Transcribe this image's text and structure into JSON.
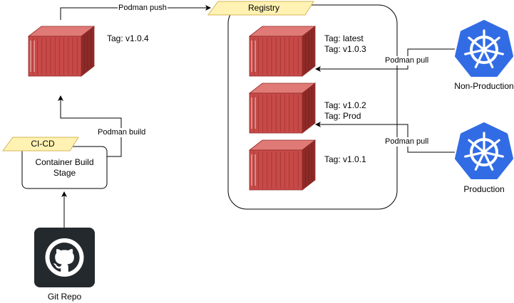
{
  "registry": {
    "title": "Registry",
    "images": [
      {
        "tags": [
          "Tag: latest",
          "Tag: v1.0.3"
        ]
      },
      {
        "tags": [
          "Tag: v1.0.2",
          "Tag: Prod"
        ]
      },
      {
        "tags": [
          "Tag: v1.0.1"
        ]
      }
    ]
  },
  "build_image": {
    "tag": "Tag: v1.0.4"
  },
  "cicd": {
    "title": "CI-CD",
    "stage_line1": "Container Build",
    "stage_line2": "Stage"
  },
  "git": {
    "label": "Git Repo"
  },
  "clusters": {
    "non_production": "Non-Production",
    "production": "Production"
  },
  "edges": {
    "push": "Podman push",
    "build": "Podman build",
    "pull_nonprod": "Podman pull",
    "pull_prod": "Podman pull"
  },
  "colors": {
    "container_red": "#c84a48",
    "container_dark": "#8e2a28",
    "container_light": "#e07a76",
    "ribbon_yellow": "#fff2b3",
    "ribbon_edge": "#d6b656",
    "k8s_blue": "#326ce5",
    "github_dark": "#24292e"
  },
  "icons": [
    "container-icon",
    "kubernetes-icon",
    "github-icon"
  ]
}
